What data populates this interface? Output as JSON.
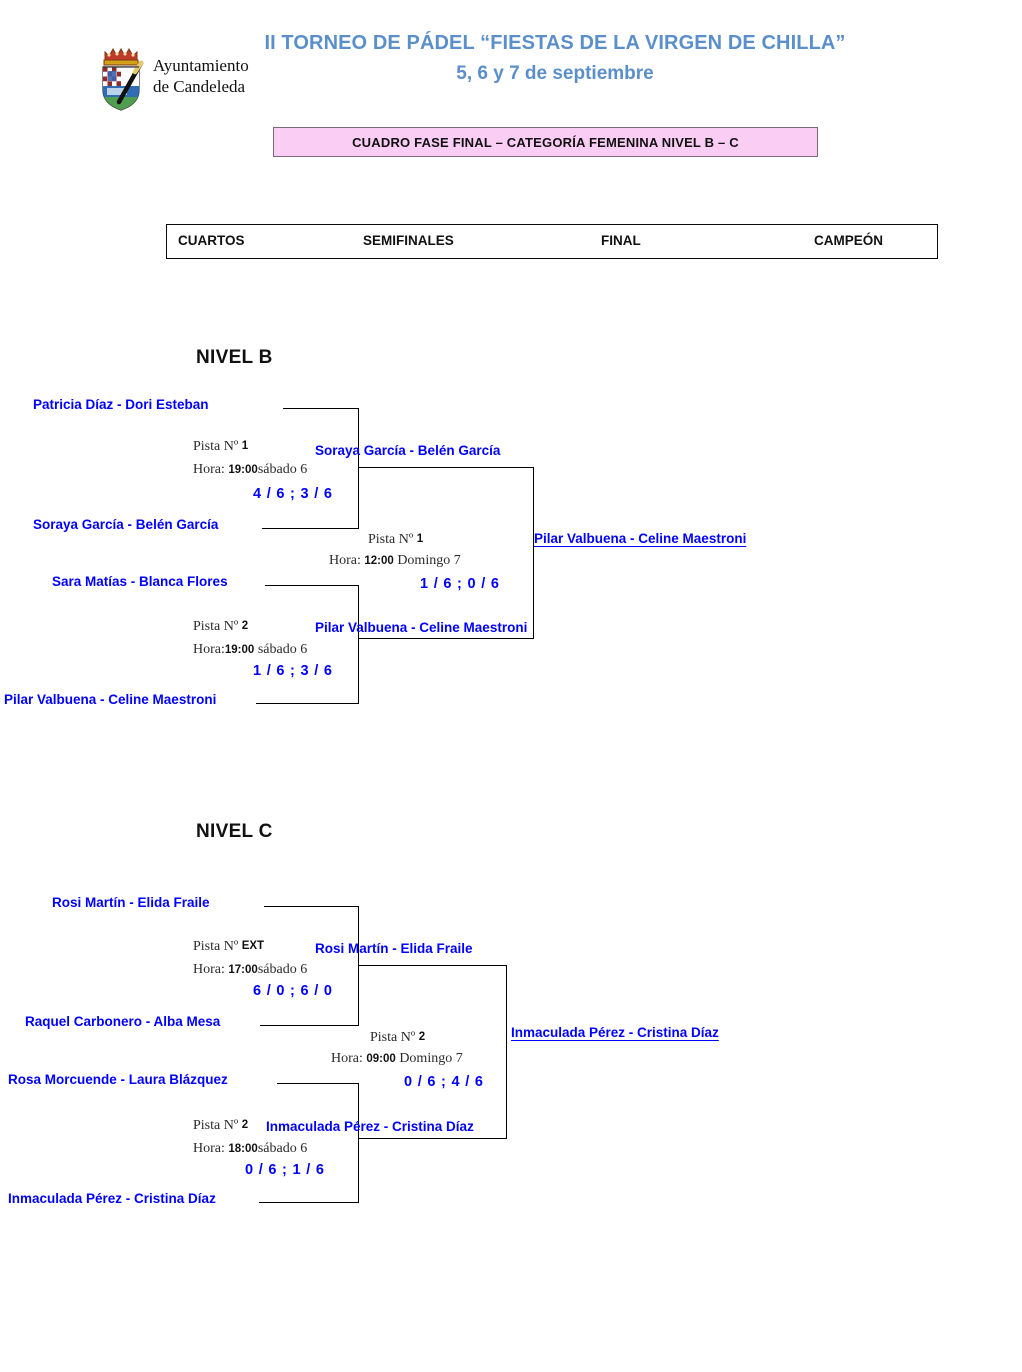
{
  "header": {
    "title_main": "II TORNEO DE PÁDEL “FIESTAS DE LA VIRGEN DE CHILLA”",
    "title_sub": "5, 6 y 7 de septiembre",
    "town_line1": "Ayuntamiento",
    "town_line2": "de Candeleda",
    "category_banner": "CUADRO FASE FINAL – CATEGORÍA FEMENINA NIVEL B – C",
    "title_color": "#5b8fc9",
    "banner_bg": "#f9cdf4"
  },
  "rounds": {
    "cuartos": "CUARTOS",
    "semifinales": "SEMIFINALES",
    "final": "FINAL",
    "campeon": "CAMPEÓN"
  },
  "nivel_b": {
    "title": "NIVEL B",
    "qf1": {
      "top": "Patricia Díaz - Dori Esteban",
      "bottom": "Soraya García - Belén García",
      "pista_label": "Pista Nº",
      "pista_value": "1",
      "hora_label": "Hora:",
      "hora_value": "19:00",
      "day": "sábado 6",
      "score": "4 / 6 ; 3 / 6",
      "winner": "Soraya García - Belén García"
    },
    "qf2": {
      "top": "Sara Matías - Blanca Flores",
      "bottom": "Pilar Valbuena - Celine Maestroni",
      "pista_label": "Pista Nº",
      "pista_value": "2",
      "hora_label": "Hora:",
      "hora_value": "19:00",
      "day": "sábado 6",
      "score": "1 / 6 ; 3 / 6",
      "winner": "Pilar Valbuena - Celine Maestroni"
    },
    "final": {
      "pista_label": "Pista Nº",
      "pista_value": "1",
      "hora_label": "Hora:",
      "hora_value": "12:00",
      "day": "Domingo 7",
      "score": "1 / 6 ; 0 / 6",
      "champion": "Pilar Valbuena - Celine Maestroni"
    }
  },
  "nivel_c": {
    "title": "NIVEL C",
    "qf1": {
      "top": "Rosi Martín - Elida Fraile",
      "bottom": "Raquel Carbonero - Alba Mesa",
      "pista_label": "Pista Nº",
      "pista_value": "EXT",
      "hora_label": "Hora:",
      "hora_value": "17:00",
      "day": "sábado 6",
      "score": "6 / 0 ; 6 / 0",
      "winner": "Rosi Martín - Elida Fraile"
    },
    "qf2": {
      "top": "Rosa Morcuende - Laura Blázquez",
      "bottom": "Inmaculada Pérez - Cristina Díaz",
      "pista_label": "Pista Nº",
      "pista_value": "2",
      "hora_label": "Hora:",
      "hora_value": "18:00",
      "day": "sábado 6",
      "score": "0 / 6 ; 1 / 6",
      "winner": "Inmaculada Pérez - Cristina Díaz"
    },
    "final": {
      "pista_label": "Pista Nº",
      "pista_value": "2",
      "hora_label": "Hora:",
      "hora_value": "09:00",
      "day": "Domingo 7",
      "score": "0 / 6 ; 4 / 6",
      "champion": "Inmaculada Pérez - Cristina Díaz"
    }
  }
}
